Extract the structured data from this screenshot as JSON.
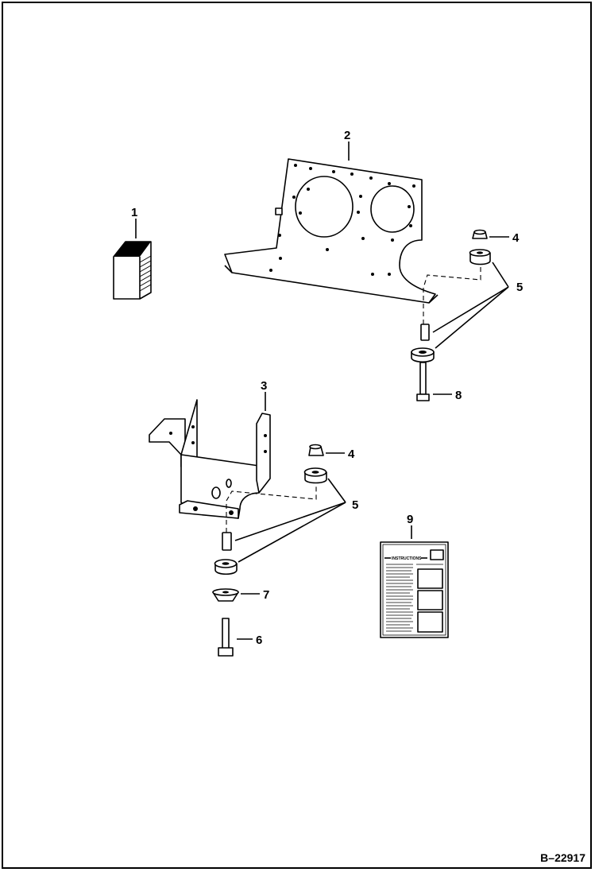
{
  "figure": {
    "reference": "B–22917",
    "callouts": {
      "c1": "1",
      "c2": "2",
      "c3": "3",
      "c4a": "4",
      "c4b": "4",
      "c5a": "5",
      "c5b": "5",
      "c6": "6",
      "c7": "7",
      "c8": "8",
      "c9": "9"
    },
    "instruction_sheet_heading": "INSTRUCTIONS"
  }
}
